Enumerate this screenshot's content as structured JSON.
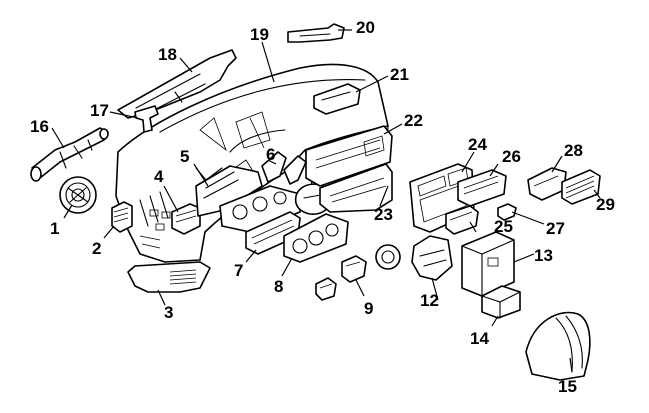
{
  "diagram": {
    "callouts": [
      {
        "id": "p1",
        "label": "1"
      },
      {
        "id": "p2",
        "label": "2"
      },
      {
        "id": "p3",
        "label": "3"
      },
      {
        "id": "p4",
        "label": "4"
      },
      {
        "id": "p5",
        "label": "5"
      },
      {
        "id": "p6",
        "label": "6"
      },
      {
        "id": "p7",
        "label": "7"
      },
      {
        "id": "p8",
        "label": "8"
      },
      {
        "id": "p9",
        "label": "9"
      },
      {
        "id": "p12",
        "label": "12"
      },
      {
        "id": "p13",
        "label": "13"
      },
      {
        "id": "p14",
        "label": "14"
      },
      {
        "id": "p15",
        "label": "15"
      },
      {
        "id": "p16",
        "label": "16"
      },
      {
        "id": "p17",
        "label": "17"
      },
      {
        "id": "p18",
        "label": "18"
      },
      {
        "id": "p19",
        "label": "19"
      },
      {
        "id": "p20",
        "label": "20"
      },
      {
        "id": "p21",
        "label": "21"
      },
      {
        "id": "p22",
        "label": "22"
      },
      {
        "id": "p23",
        "label": "23"
      },
      {
        "id": "p24",
        "label": "24"
      },
      {
        "id": "p25",
        "label": "25"
      },
      {
        "id": "p26",
        "label": "26"
      },
      {
        "id": "p27",
        "label": "27"
      },
      {
        "id": "p28",
        "label": "28"
      },
      {
        "id": "p29",
        "label": "29"
      }
    ]
  }
}
